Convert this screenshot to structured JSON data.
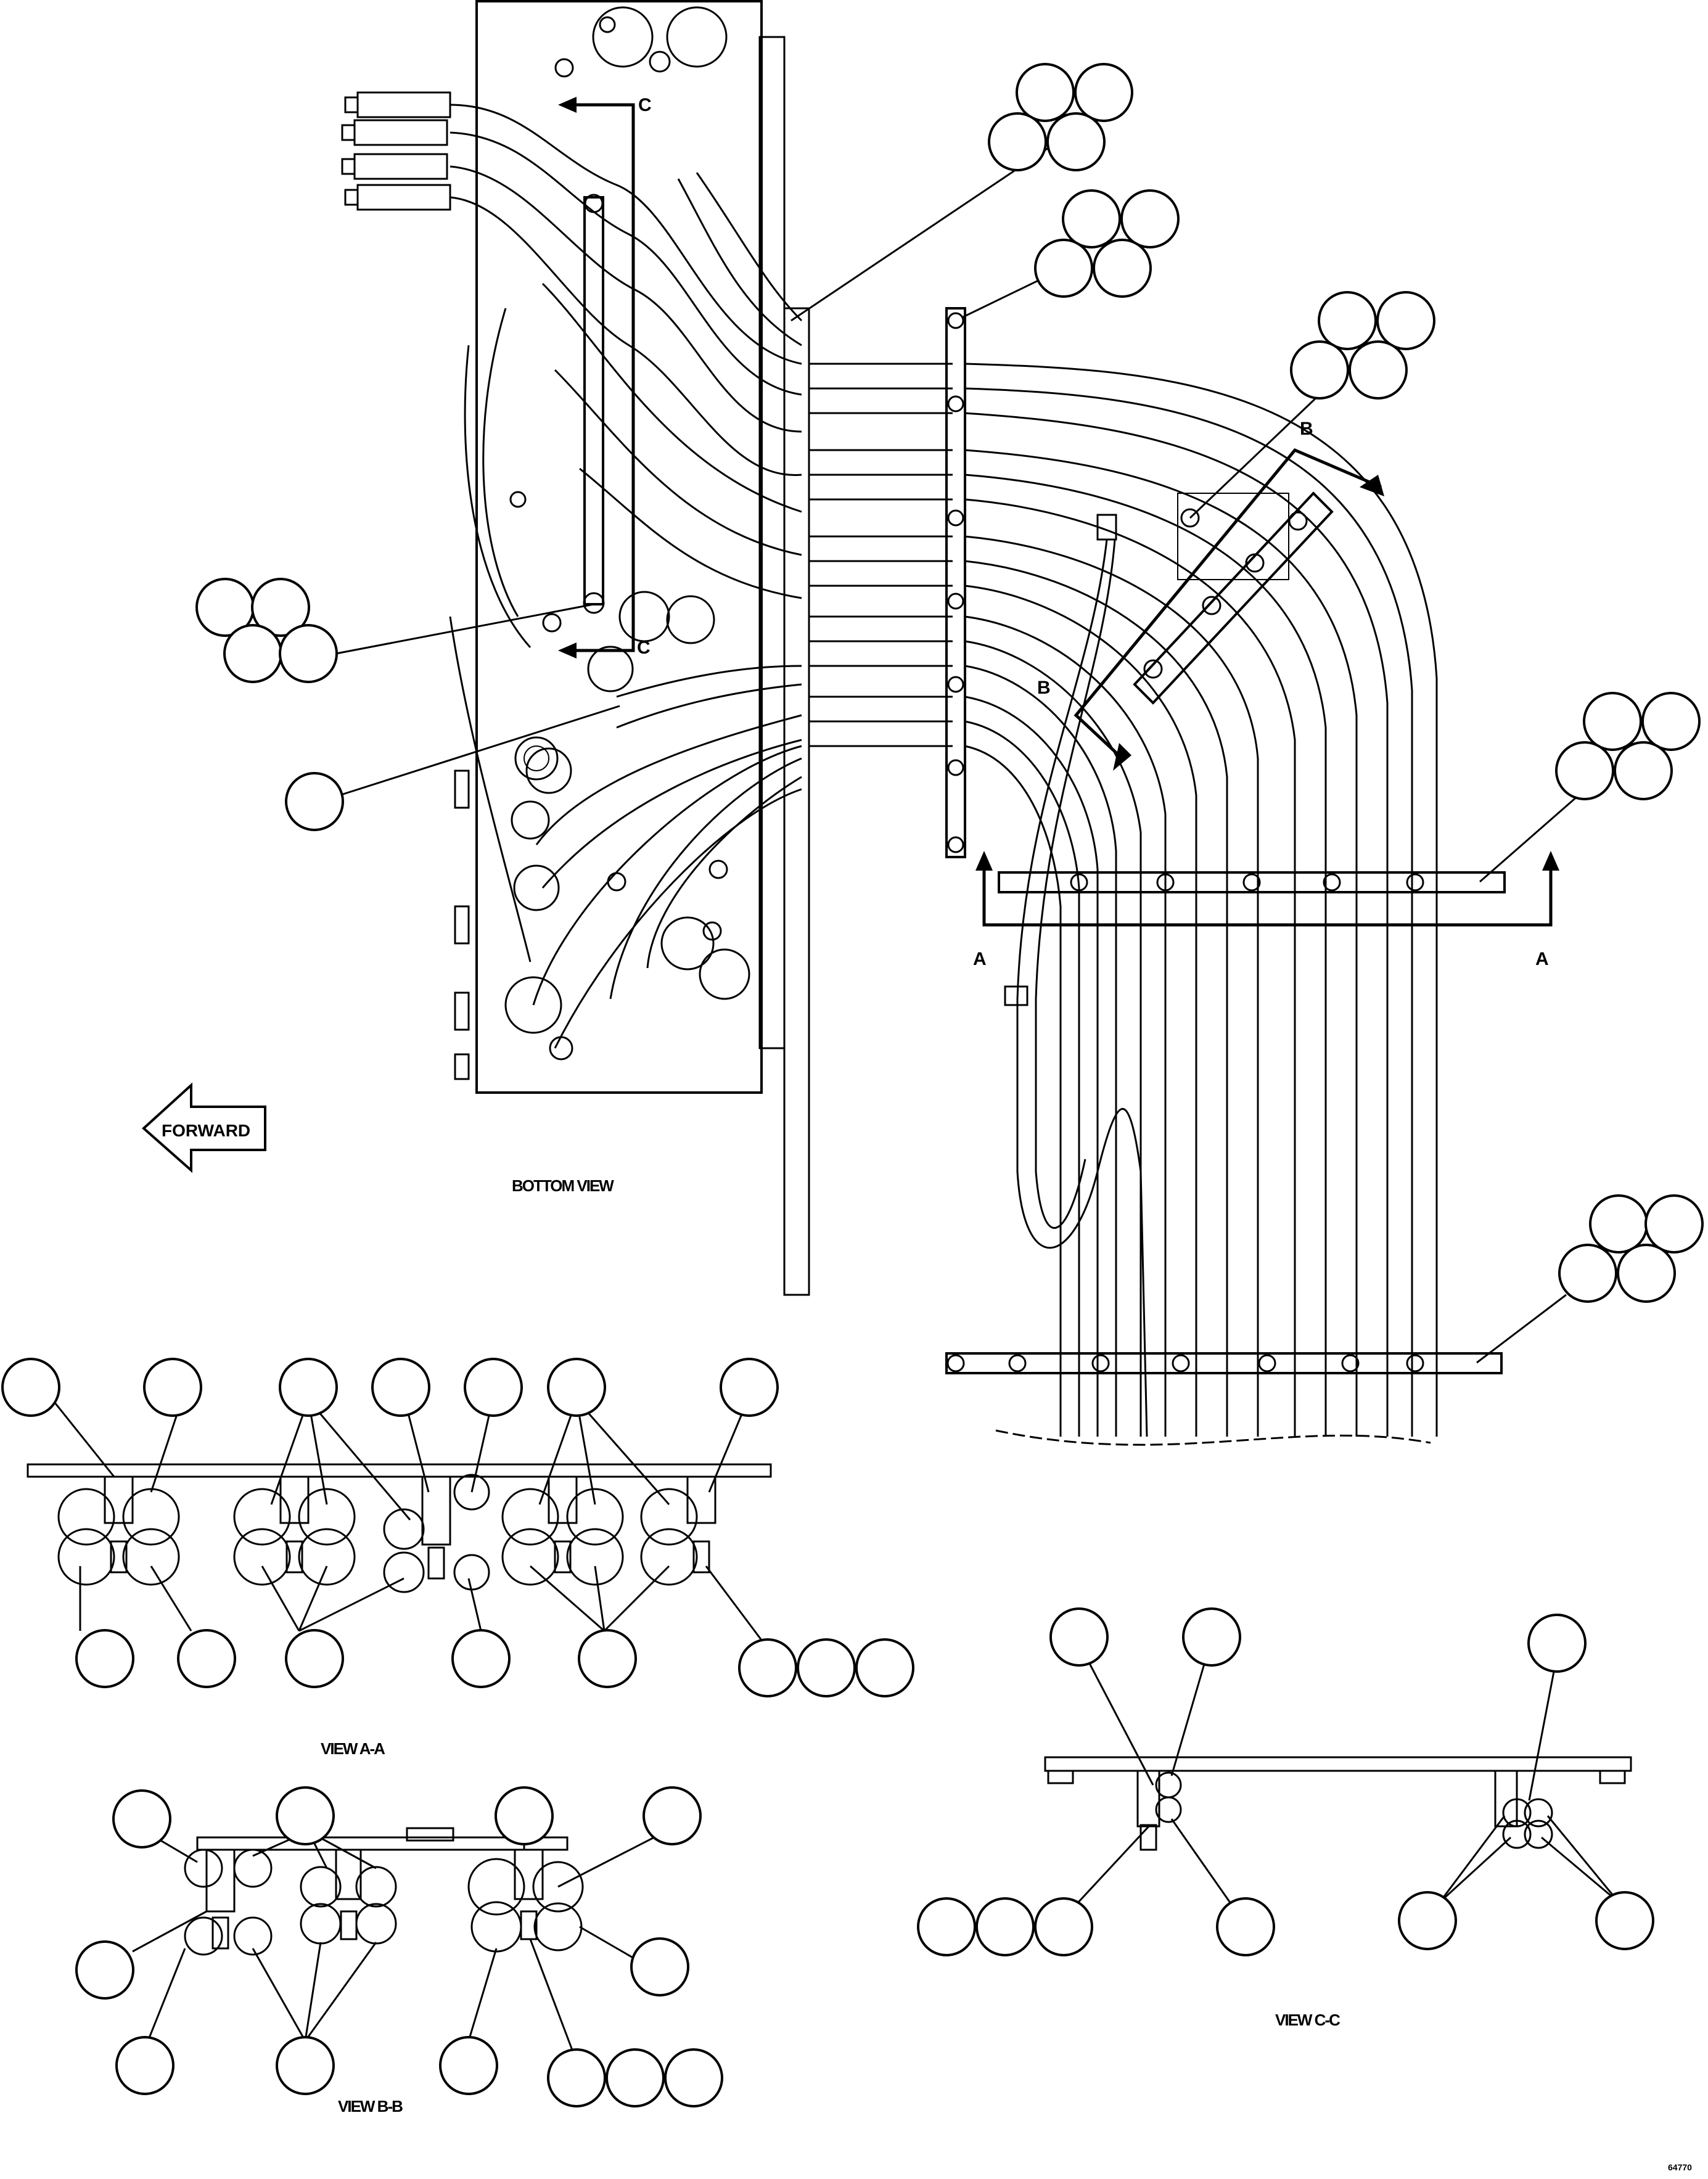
{
  "section_markers": {
    "a_left": "A",
    "a_right": "A",
    "b_top": "B",
    "b_lower": "B",
    "c_top": "C",
    "c_lower": "C"
  },
  "forward_label": "FORWARD",
  "captions": {
    "bottom_view": "BOTTOM VIEW",
    "view_aa": "VIEW A-A",
    "view_bb": "VIEW B-B",
    "view_cc": "VIEW C-C"
  },
  "figure_number": "64770"
}
